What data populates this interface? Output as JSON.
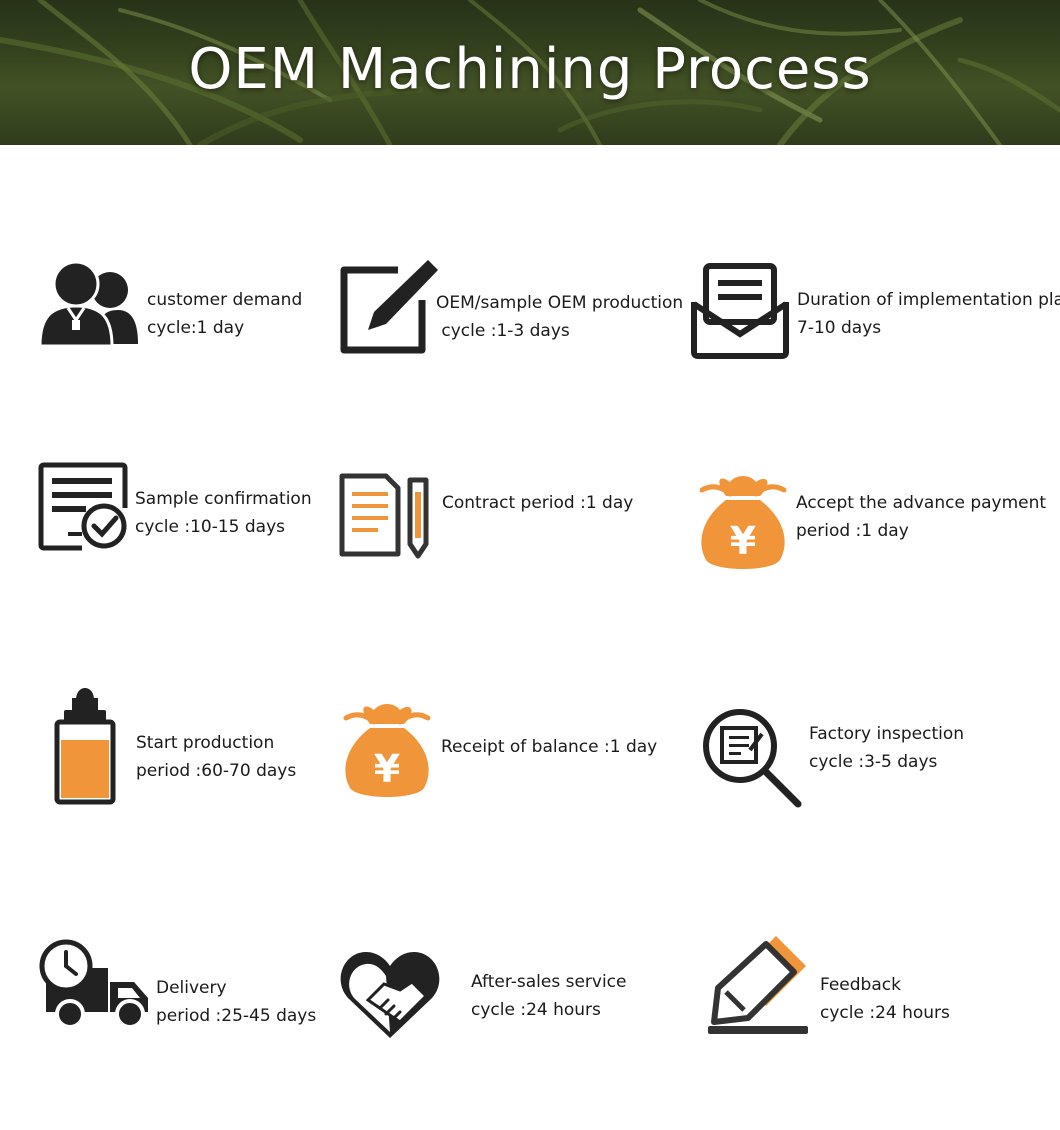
{
  "banner": {
    "title": "OEM  Machining Process"
  },
  "steps": [
    {
      "icon": "customer-icon",
      "line1": "customer demand",
      "line2": "cycle:1 day"
    },
    {
      "icon": "edit-icon",
      "line1": "OEM/sample OEM production",
      "line2": " cycle :1-3 days"
    },
    {
      "icon": "envelope-icon",
      "line1": "Duration of implementation plan",
      "line2": "7-10 days"
    },
    {
      "icon": "certificate-icon",
      "line1": "Sample confirmation",
      "line2": "cycle :10-15 days"
    },
    {
      "icon": "contract-icon",
      "line1": "Contract period :1 day",
      "line2": ""
    },
    {
      "icon": "money-bag-icon",
      "line1": "Accept the advance payment",
      "line2": "period :1 day"
    },
    {
      "icon": "dropper-bottle-icon",
      "line1": "Start production",
      "line2": "period :60-70 days"
    },
    {
      "icon": "money-bag-icon",
      "line1": "Receipt of balance :1 day",
      "line2": ""
    },
    {
      "icon": "magnifier-icon",
      "line1": "Factory inspection",
      "line2": "cycle :3-5 days"
    },
    {
      "icon": "truck-icon",
      "line1": "Delivery",
      "line2": "period :25-45 days"
    },
    {
      "icon": "handshake-icon",
      "line1": "After-sales service",
      "line2": "cycle :24 hours"
    },
    {
      "icon": "pencil-icon",
      "line1": "Feedback",
      "line2": "cycle :24 hours"
    }
  ],
  "colors": {
    "accent": "#f0953a",
    "icon": "#222222",
    "text": "#1a1a1a"
  },
  "symbols": {
    "yen": "¥"
  }
}
